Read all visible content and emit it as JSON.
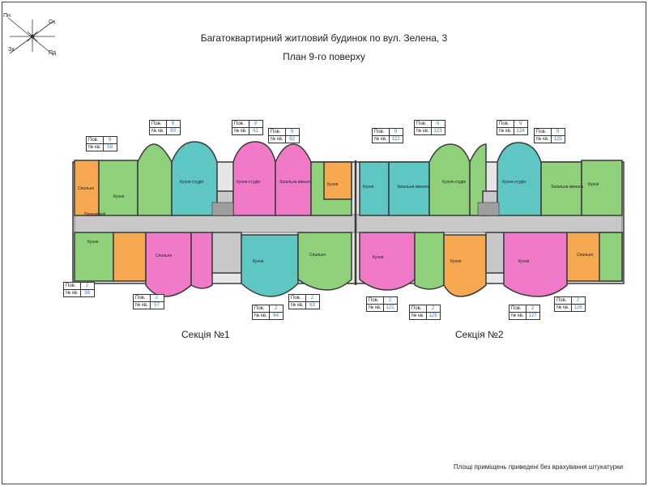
{
  "header": {
    "title": "Багатоквартирний житловий будинок по вул. Зелена, 3",
    "subtitle": "План 9-го поверху"
  },
  "compass": {
    "n": "Пн",
    "ne": "Сх",
    "w": "Зх",
    "s": "Пд"
  },
  "sections": [
    {
      "label": "Секція №1"
    },
    {
      "label": "Секція №2"
    }
  ],
  "footnote": "Площі приміщень приведені без врахування штукатурки",
  "tags": {
    "floor_label": "Пов.",
    "apt_label": "№ кв.",
    "items": [
      {
        "floor": "9",
        "apt": "59"
      },
      {
        "floor": "9",
        "apt": "60"
      },
      {
        "floor": "9",
        "apt": "61"
      },
      {
        "floor": "9",
        "apt": "62"
      },
      {
        "floor": "2",
        "apt": "58"
      },
      {
        "floor": "2",
        "apt": "57"
      },
      {
        "floor": "2",
        "apt": "64"
      },
      {
        "floor": "2",
        "apt": "63"
      },
      {
        "floor": "9",
        "apt": "122"
      },
      {
        "floor": "9",
        "apt": "123"
      },
      {
        "floor": "9",
        "apt": "124"
      },
      {
        "floor": "9",
        "apt": "125"
      },
      {
        "floor": "2",
        "apt": "121"
      },
      {
        "floor": "2",
        "apt": "128"
      },
      {
        "floor": "2",
        "apt": "127"
      },
      {
        "floor": "2",
        "apt": "126"
      }
    ]
  },
  "rooms": {
    "bedroom": "Спальня",
    "kitchen": "Кухня",
    "living": "Загальна кімната",
    "studio": "Кухня-студія",
    "hall": "Передпокій"
  },
  "colors": {
    "orange": "#f5a850",
    "green": "#8fd07a",
    "teal": "#5ec7c4",
    "pink": "#f07ac8",
    "corridor": "#c8c8c8",
    "wall": "#3a3a3a"
  }
}
